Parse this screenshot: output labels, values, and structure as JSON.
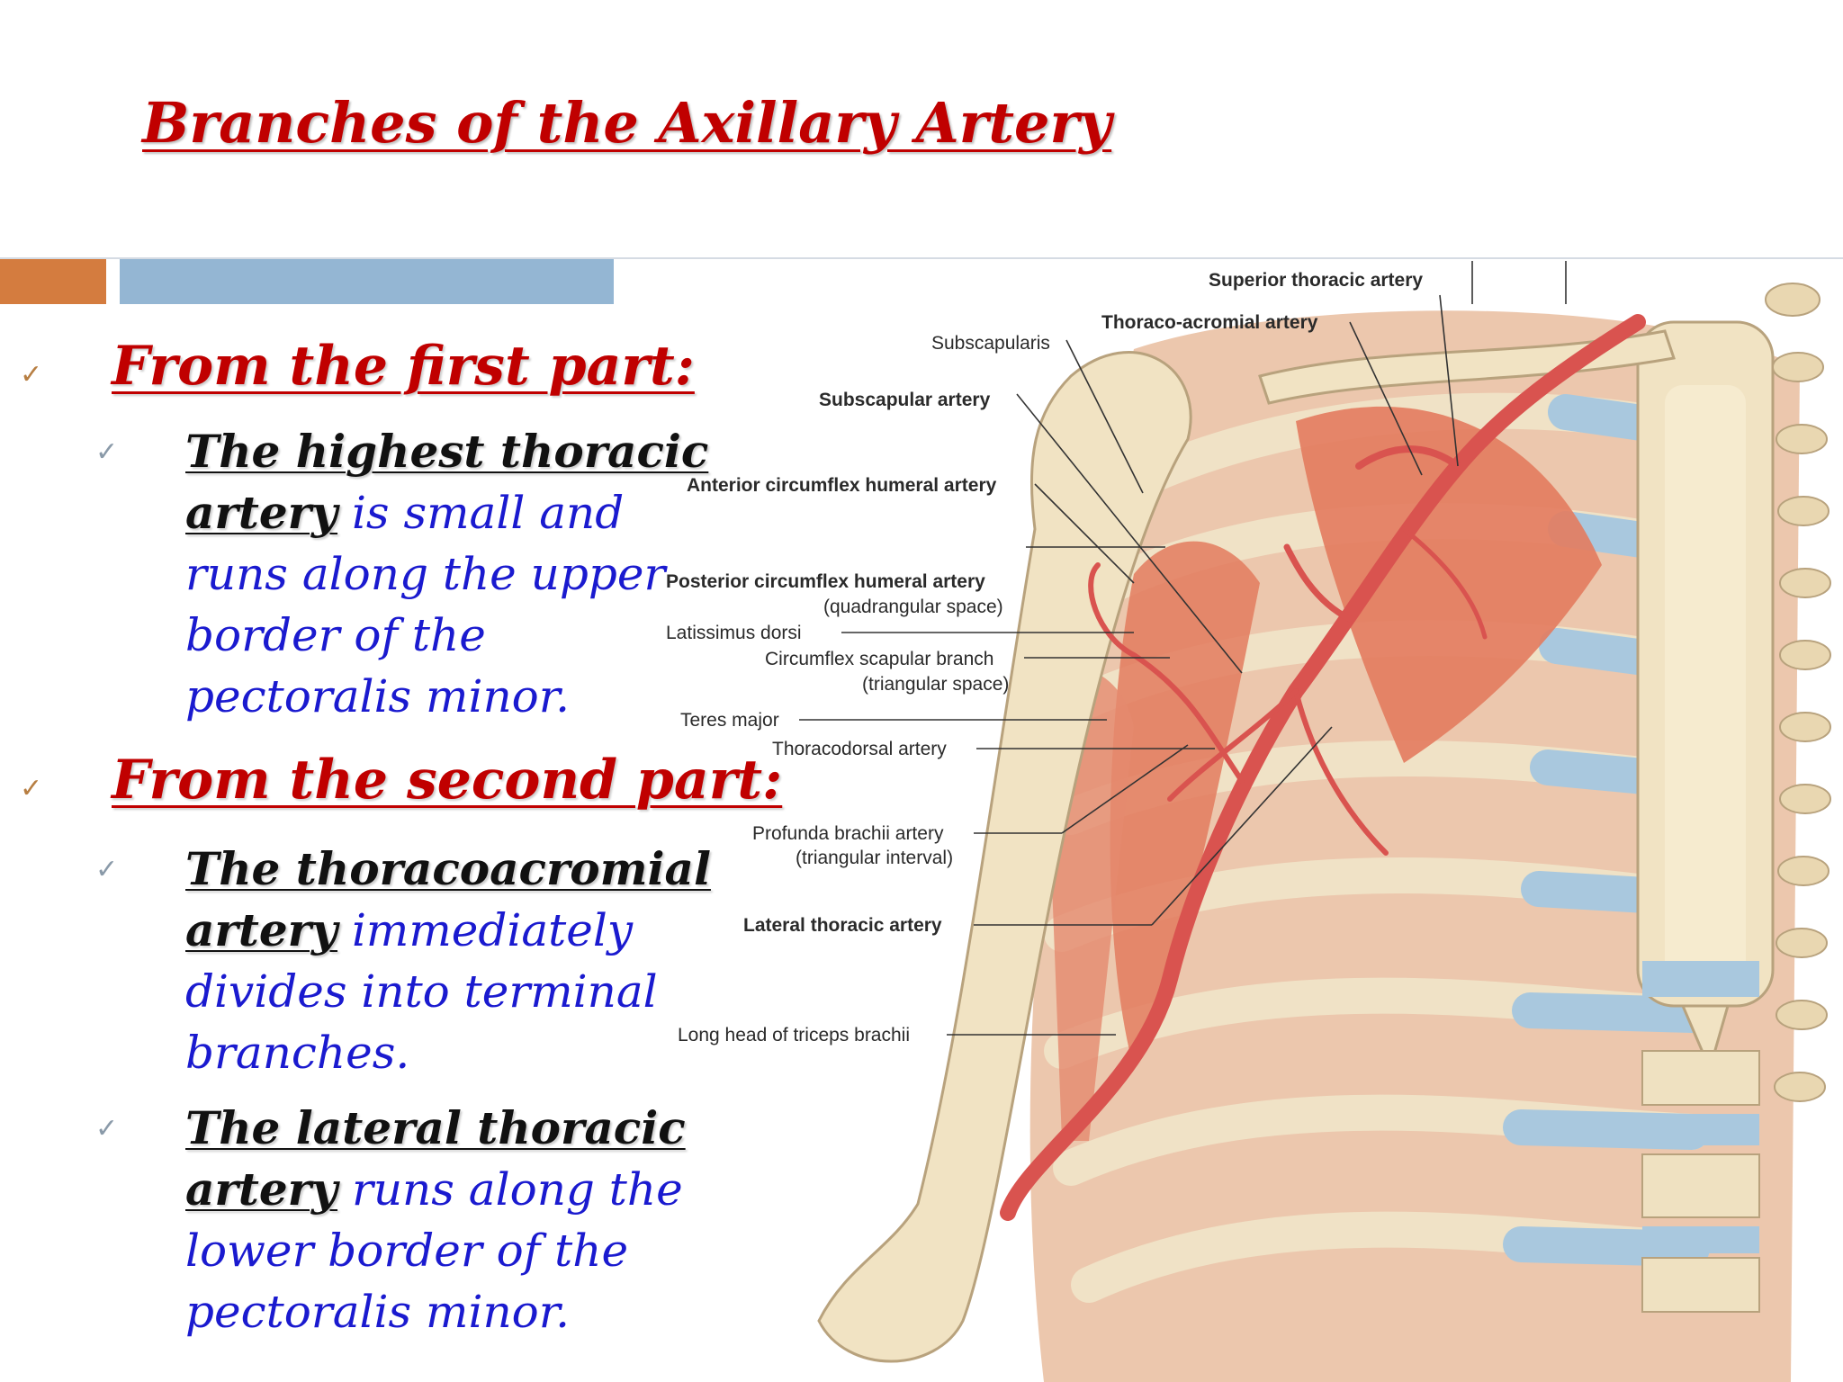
{
  "title": "Branches of the Axillary Artery",
  "sections": [
    {
      "heading": "From the first part:",
      "items": [
        {
          "term": "The highest thoracic artery",
          "text": " is small and runs along the upper border of the pectoralis minor."
        }
      ]
    },
    {
      "heading": "From the second part:",
      "items": [
        {
          "term": "The thoracoacromial artery",
          "text": " immediately divides into terminal branches."
        },
        {
          "term": "The lateral thoracic artery",
          "text": " runs along the lower border of the pectoralis minor."
        }
      ]
    }
  ],
  "figure": {
    "labels": [
      "Superior thoracic artery",
      "Thoraco-acromial artery",
      "Subscapularis",
      "Subscapular artery",
      "Anterior circumflex humeral artery",
      "Posterior circumflex humeral artery",
      "(quadrangular space)",
      "Latissimus dorsi",
      "Circumflex scapular branch",
      "(triangular space)",
      "Teres major",
      "Thoracodorsal artery",
      "Profunda brachii artery",
      "(triangular interval)",
      "Lateral thoracic artery",
      "Long head of triceps brachii"
    ]
  },
  "colors": {
    "title": "#c00000",
    "body_text": "#1a1acf",
    "accent_orange": "#d47c3f",
    "accent_blue": "#94b6d3"
  },
  "icons": {
    "bullet": "checkmark-icon"
  }
}
